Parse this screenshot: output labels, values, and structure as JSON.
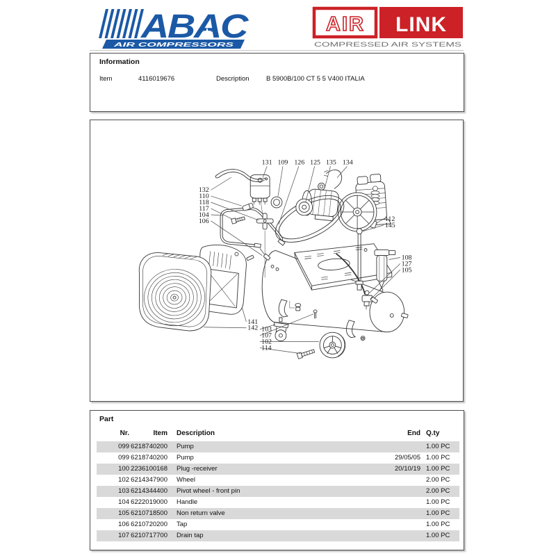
{
  "header": {
    "abac": {
      "name": "ABAC",
      "tagline": "AIR COMPRESSORS",
      "star": "★",
      "blue": "#1b59a6"
    },
    "airlink": {
      "air": "AIR",
      "link": "LINK",
      "tagline": "COMPRESSED AIR SYSTEMS",
      "red": "#cc2127",
      "gray": "#6d6e71"
    }
  },
  "information": {
    "title": "Information",
    "item_label": "Item",
    "item_value": "4116019676",
    "description_label": "Description",
    "description_value": "B 5900B/100 CT 5 5 V400 ITALIA"
  },
  "diagram": {
    "callouts": [
      "131",
      "109",
      "126",
      "125",
      "135",
      "134",
      "132",
      "110",
      "118",
      "117",
      "104",
      "106",
      "112",
      "145",
      "108",
      "127",
      "105",
      "141",
      "142",
      "103",
      "107",
      "102",
      "114"
    ]
  },
  "part": {
    "title": "Part",
    "columns": [
      "Nr.",
      "Item",
      "Description",
      "End",
      "Q.ty"
    ],
    "rows": [
      {
        "nr": "099",
        "item": "6218740200",
        "description": "Pump",
        "end": "",
        "qty": "1.00 PC"
      },
      {
        "nr": "099",
        "item": "6218740200",
        "description": "Pump",
        "end": "29/05/05",
        "qty": "1.00 PC"
      },
      {
        "nr": "100",
        "item": "2236100168",
        "description": "Plug -receiver",
        "end": "20/10/19",
        "qty": "1.00 PC"
      },
      {
        "nr": "102",
        "item": "6214347900",
        "description": "Wheel",
        "end": "",
        "qty": "2.00 PC"
      },
      {
        "nr": "103",
        "item": "6214344400",
        "description": "Pivot wheel - front pin",
        "end": "",
        "qty": "2.00 PC"
      },
      {
        "nr": "104",
        "item": "6222019000",
        "description": "Handle",
        "end": "",
        "qty": "1.00 PC"
      },
      {
        "nr": "105",
        "item": "6210718500",
        "description": "Non return valve",
        "end": "",
        "qty": "1.00 PC"
      },
      {
        "nr": "106",
        "item": "6210720200",
        "description": "Tap",
        "end": "",
        "qty": "1.00 PC"
      },
      {
        "nr": "107",
        "item": "6210717700",
        "description": "Drain tap",
        "end": "",
        "qty": "1.00 PC"
      }
    ]
  }
}
